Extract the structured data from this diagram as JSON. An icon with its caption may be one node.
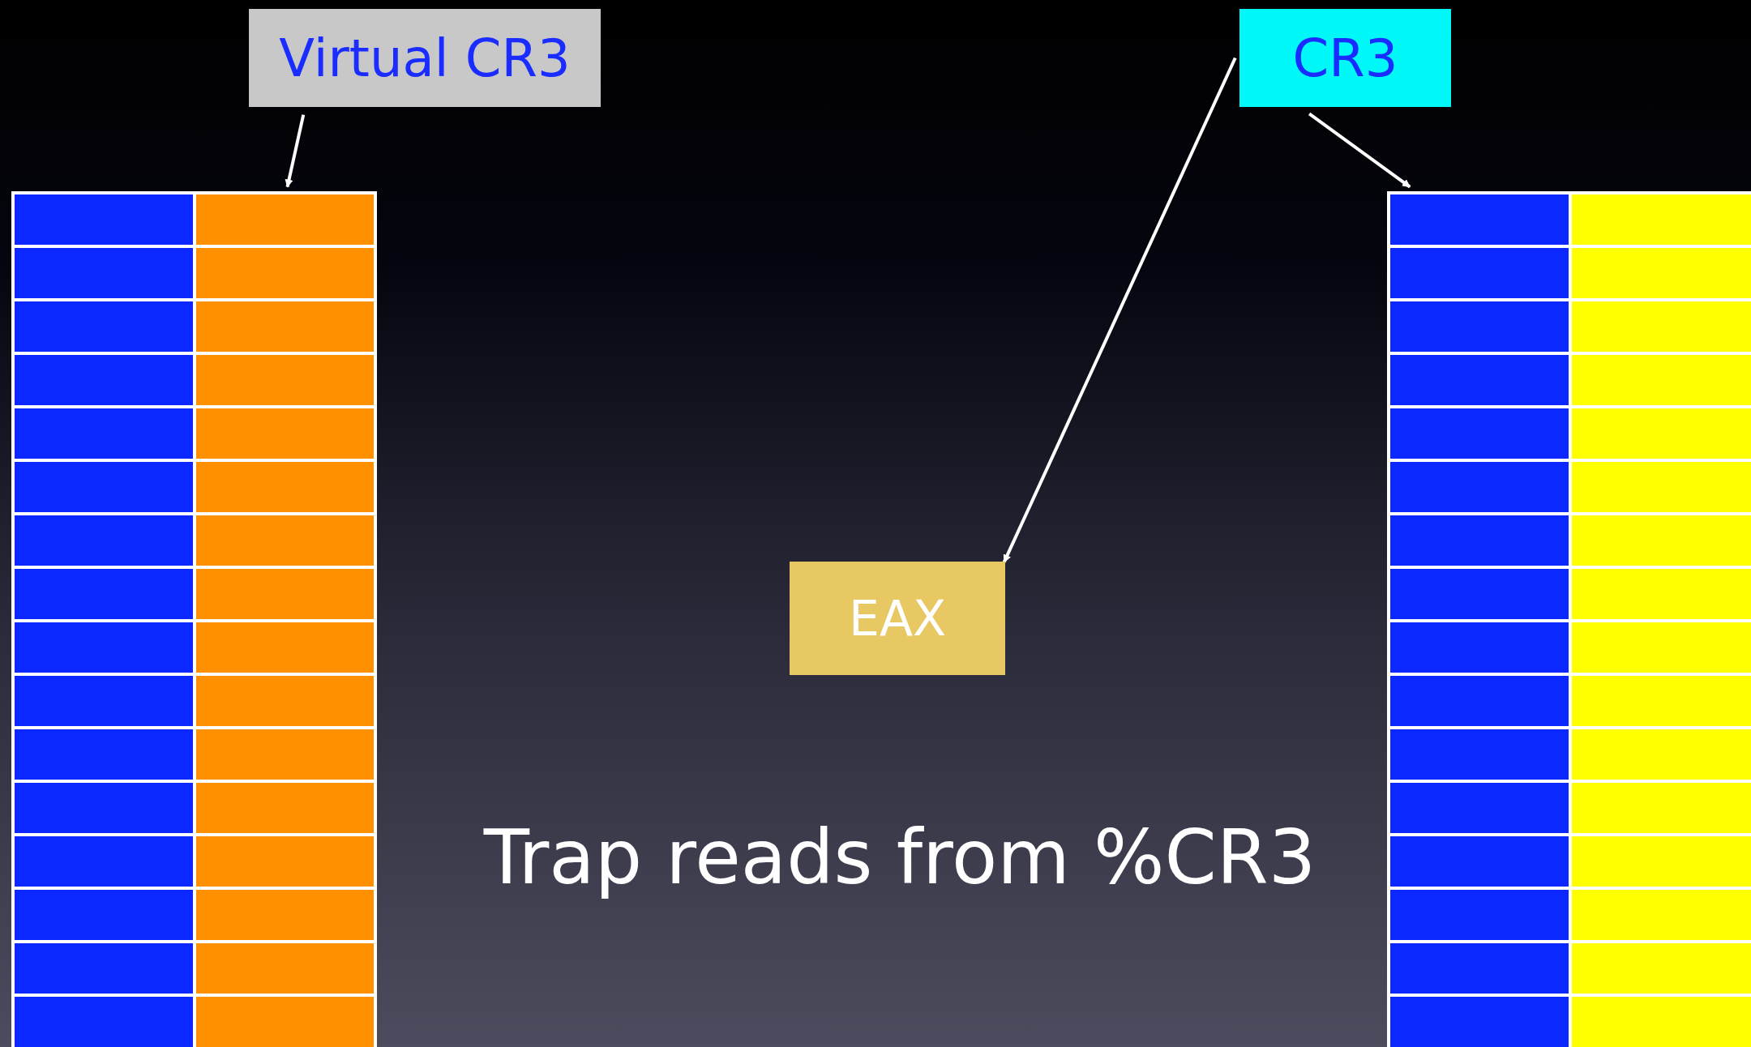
{
  "diagram": {
    "nodes": [
      {
        "text": [
          "Virtual CR3"
        ]
      },
      {
        "text": [
          "CR3"
        ]
      },
      {
        "text": [],
        "shape": "box"
      },
      {
        "text": [],
        "shape": "box"
      },
      {
        "text": [
          "EAX"
        ]
      }
    ],
    "edges": [
      {
        "from": 0,
        "to": 2,
        "arrow": "to"
      },
      {
        "from": 1,
        "to": 3,
        "arrow": "to"
      },
      {
        "from": 1,
        "to": 4,
        "arrow": "to"
      }
    ],
    "labels": [
      "Trap reads from %CR3"
    ]
  }
}
